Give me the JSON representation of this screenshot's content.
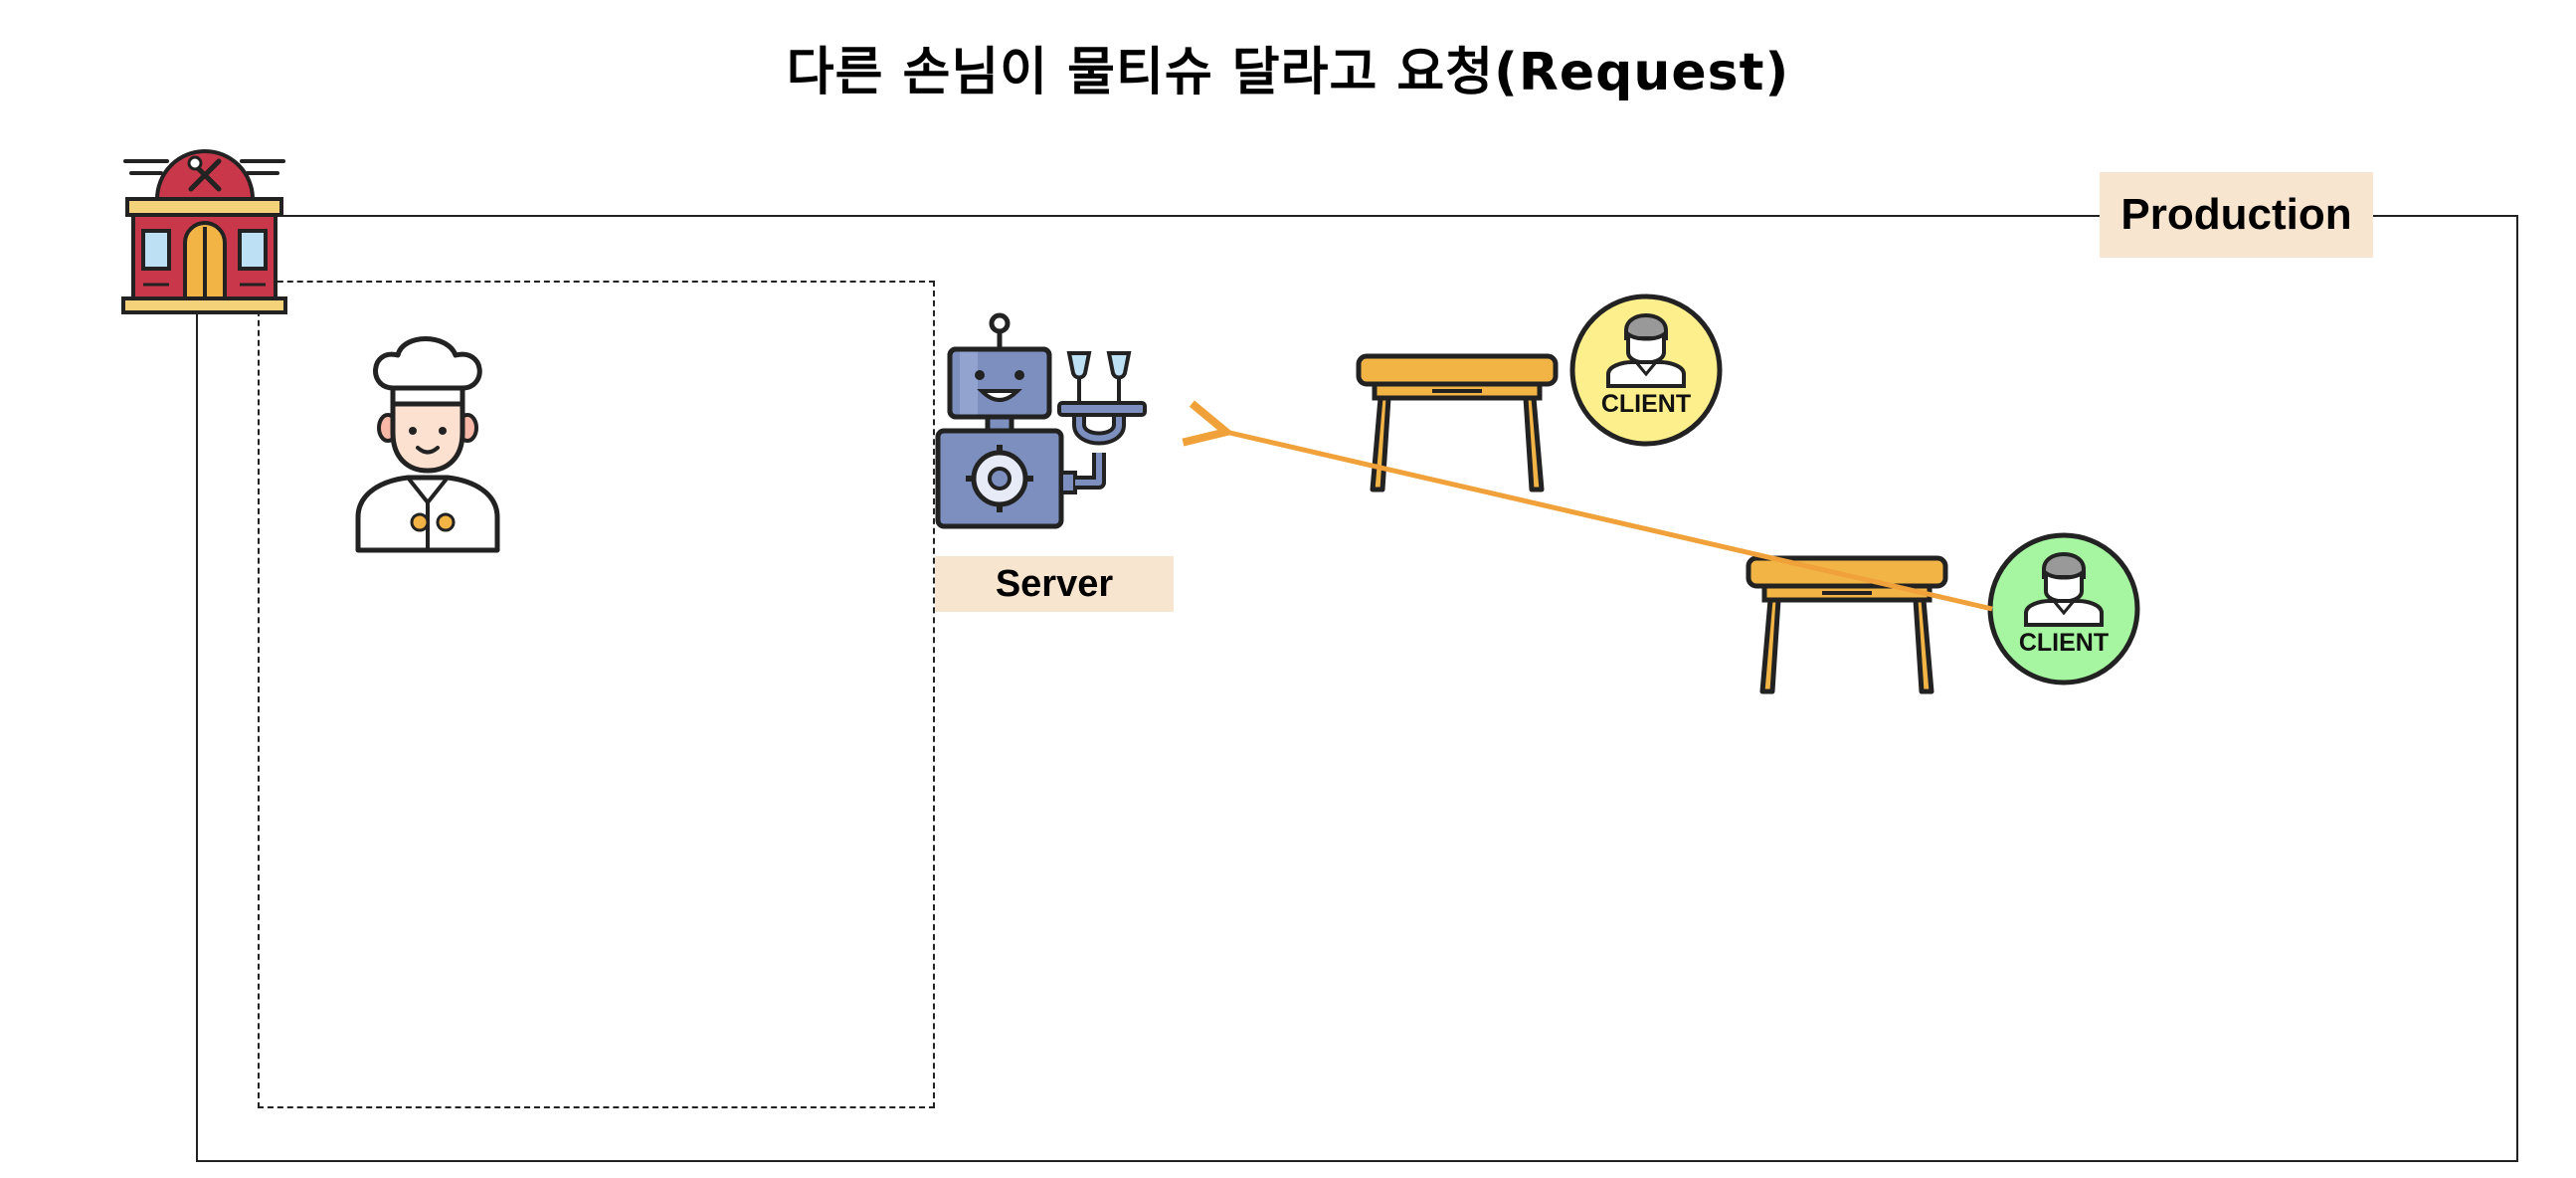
{
  "title": "다른 손님이 물티슈 달라고 요청(Request)",
  "labels": {
    "production": "Production",
    "server": "Server"
  },
  "clients": [
    {
      "label": "CLIENT",
      "color": "#fdf08c"
    },
    {
      "label": "CLIENT",
      "color": "#a6f5a0"
    }
  ],
  "icons": [
    "restaurant-icon",
    "chef-icon",
    "robot-server-icon",
    "table-icon",
    "client-icon"
  ],
  "colors": {
    "arrow": "#f0a13a",
    "label_bg": "#f8e5cf",
    "restaurant_red": "#c9374a",
    "table_wood": "#f3b446",
    "robot_blue": "#7d8fbf"
  },
  "connections": [
    {
      "from": "client-2",
      "to": "server",
      "type": "arrow"
    }
  ]
}
